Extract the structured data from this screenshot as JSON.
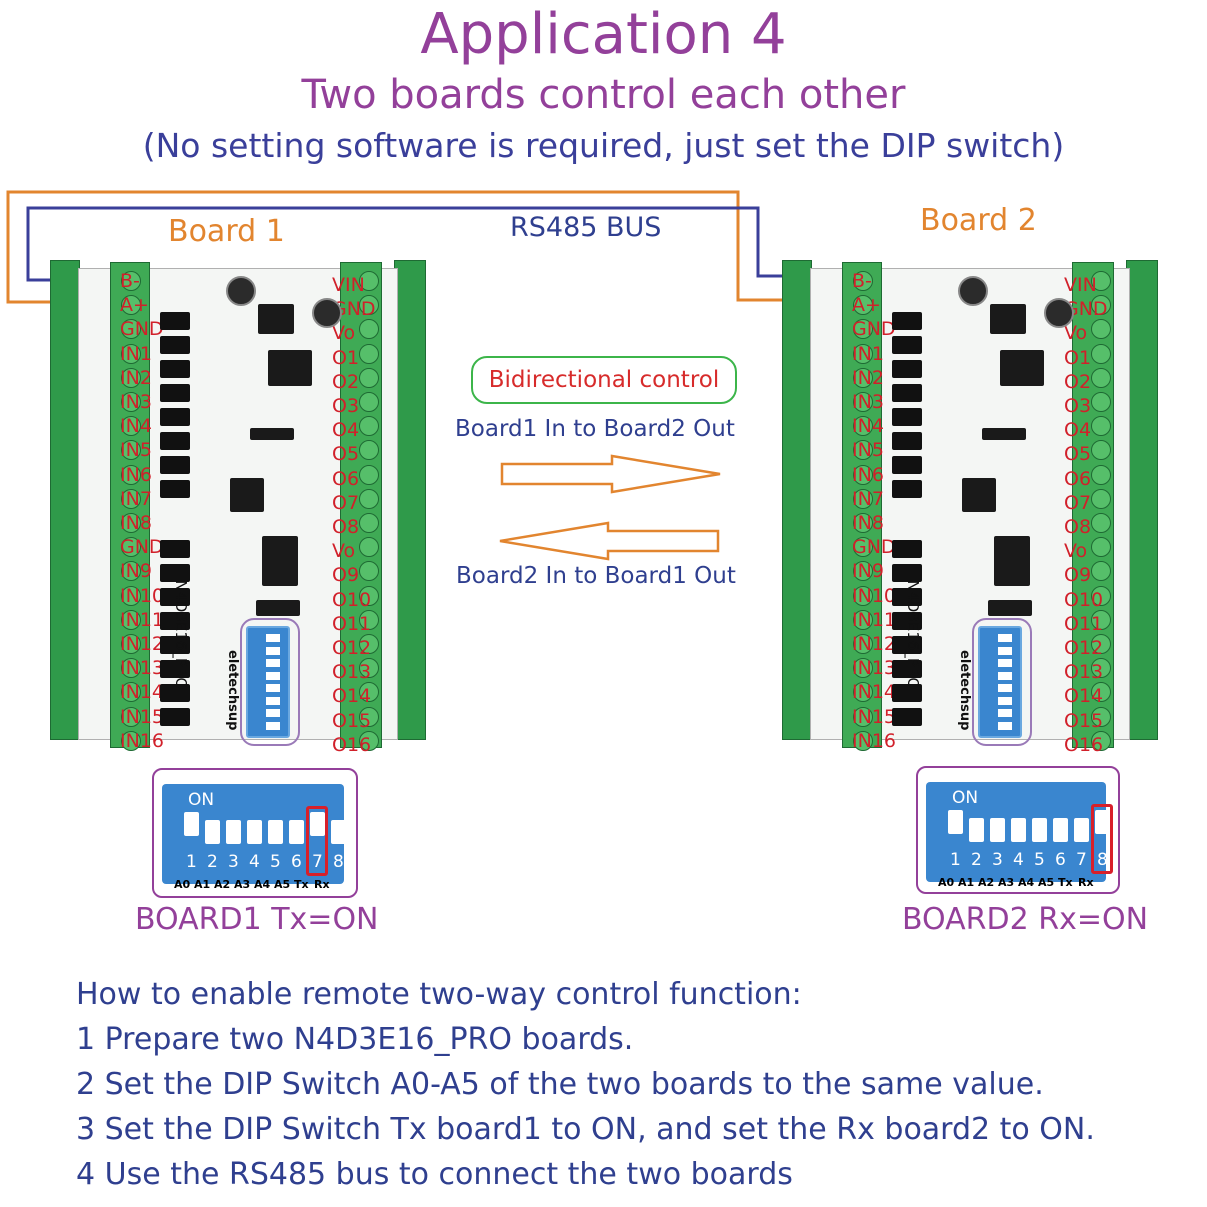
{
  "header": {
    "title": "Application 4",
    "subtitle": "Two boards control each other",
    "note": "(No setting software is required, just set the DIP switch)"
  },
  "bus_label": "RS485 BUS",
  "board1": {
    "label": "Board 1",
    "status": "BOARD1 Tx=ON",
    "dip_on_label": "ON",
    "dip_numbers": [
      "1",
      "2",
      "3",
      "4",
      "5",
      "6",
      "7",
      "8"
    ],
    "dip_under": [
      "A0",
      "A1",
      "A2",
      "A3",
      "A4",
      "A5",
      "Tx",
      "Rx"
    ],
    "active_switch": 7
  },
  "board2": {
    "label": "Board 2",
    "status": "BOARD2 Rx=ON",
    "dip_on_label": "ON",
    "dip_numbers": [
      "1",
      "2",
      "3",
      "4",
      "5",
      "6",
      "7",
      "8"
    ],
    "dip_under": [
      "A0",
      "A1",
      "A2",
      "A3",
      "A4",
      "A5",
      "Tx",
      "Rx"
    ],
    "active_switch": 8
  },
  "control": {
    "bidirectional": "Bidirectional control",
    "forward": "Board1 In to Board2 Out",
    "reverse": "Board2 In to Board1 Out"
  },
  "pcb": {
    "model": "N4D3E16_PRO",
    "brand": "eletechsup",
    "left_terminals": [
      "B-",
      "A+",
      "GND",
      "IN1",
      "IN2",
      "IN3",
      "IN4",
      "IN5",
      "IN6",
      "IN7",
      "IN8",
      "GND",
      "IN9",
      "IN10",
      "IN11",
      "IN12",
      "IN13",
      "IN14",
      "IN15",
      "IN16"
    ],
    "right_terminals": [
      "VIN",
      "GND",
      "Vo",
      "O1",
      "O2",
      "O3",
      "O4",
      "O5",
      "O6",
      "O7",
      "O8",
      "Vo",
      "O9",
      "O10",
      "O11",
      "O12",
      "O13",
      "O14",
      "O15",
      "O16"
    ],
    "colors": {
      "pcb_green": "#2f9a4a",
      "terminal_green": "#3faa55",
      "dip_blue": "#3a86cf"
    }
  },
  "steps": [
    "How to enable remote two-way control function:",
    "1 Prepare two N4D3E16_PRO boards.",
    "2 Set the DIP Switch A0-A5 of the two boards to the same value.",
    "3 Set the DIP Switch Tx  board1 to ON, and set the Rx board2 to ON.",
    "4 Use the RS485 bus to connect the two boards"
  ]
}
